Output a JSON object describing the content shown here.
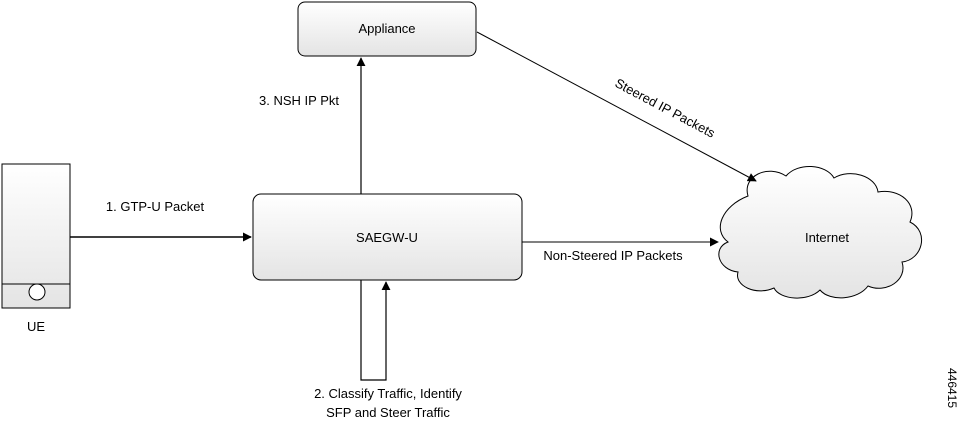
{
  "nodes": {
    "ue": {
      "label": "UE"
    },
    "appliance": {
      "label": "Appliance"
    },
    "saegw": {
      "label": "SAEGW-U"
    },
    "internet": {
      "label": "Internet"
    }
  },
  "edges": {
    "gtp": {
      "label": "1. GTP-U Packet"
    },
    "classify": {
      "line1": "2. Classify Traffic, Identify",
      "line2": "SFP and Steer Traffic"
    },
    "nsh": {
      "label": "3. NSH IP Pkt"
    },
    "steered": {
      "label": "Steered IP Packets"
    },
    "non_steered": {
      "label": "Non-Steered IP Packets"
    }
  },
  "figure_id": "446415",
  "colors": {
    "box_fill_top": "#ffffff",
    "box_fill_bottom": "#e6e6e6",
    "stroke": "#000000"
  }
}
